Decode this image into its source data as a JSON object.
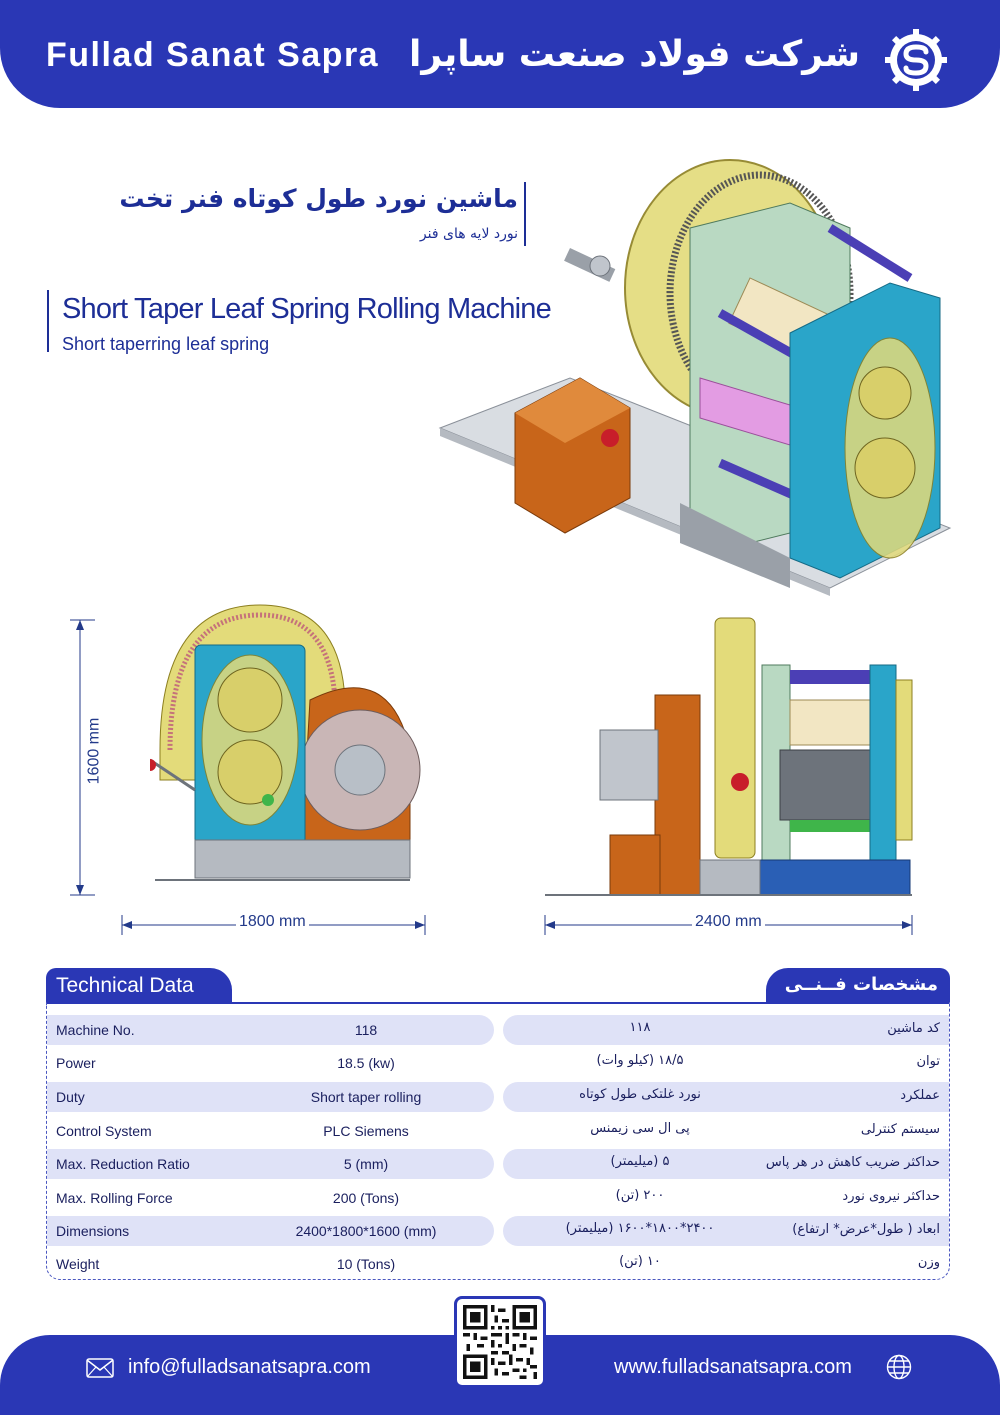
{
  "header": {
    "company_en": "Fullad Sanat Sapra",
    "company_fa": "شرکت فولاد صنعت ساپرا",
    "logo_icon": "gear-s-logo-icon"
  },
  "titles": {
    "fa_title": "ماشین نورد طول کوتاه فنر تخت",
    "fa_subtitle": "نورد لایه های فنر",
    "en_title": "Short Taper Leaf Spring Rolling Machine",
    "en_subtitle": "Short taperring leaf spring"
  },
  "dimensions": {
    "height_label": "1600 mm",
    "width_label": "1800 mm",
    "length_label": "2400 mm"
  },
  "technical_data": {
    "heading_en": "Technical Data",
    "heading_fa": "مشخصات فــنــی",
    "rows": [
      {
        "label_en": "Machine No.",
        "value_en": "118",
        "value_fa": "۱۱۸",
        "label_fa": "کد ماشین"
      },
      {
        "label_en": "Power",
        "value_en": "18.5 (kw)",
        "value_fa": "۱۸/۵ (کیلو وات)",
        "label_fa": "توان"
      },
      {
        "label_en": "Duty",
        "value_en": "Short taper rolling",
        "value_fa": "نورد غلتکی طول کوتاه",
        "label_fa": "عملکرد"
      },
      {
        "label_en": "Control System",
        "value_en": "PLC Siemens",
        "value_fa": "پی ال سی زیمنس",
        "label_fa": "سیستم کنترلی"
      },
      {
        "label_en": "Max. Reduction Ratio",
        "value_en": "5 (mm)",
        "value_fa": "۵ (میلیمتر)",
        "label_fa": "حداکثر ضریب کاهش در هر پاس"
      },
      {
        "label_en": "Max. Rolling Force",
        "value_en": "200 (Tons)",
        "value_fa": "۲۰۰ (تن)",
        "label_fa": "حداکثر نیروی نورد"
      },
      {
        "label_en": "Dimensions",
        "value_en": "2400*1800*1600 (mm)",
        "value_fa": "۲۴۰۰*۱۸۰۰*۱۶۰۰ (میلیمتر)",
        "label_fa": "ابعاد ( طول*عرض* ارتفاع)"
      },
      {
        "label_en": "Weight",
        "value_en": "10 (Tons)",
        "value_fa": "۱۰ (تن)",
        "label_fa": "وزن"
      }
    ]
  },
  "footer": {
    "email": "info@fulladsanatsapra.com",
    "website": "www.fulladsanatsapra.com",
    "email_icon": "envelope-icon",
    "website_icon": "globe-icon",
    "qr_icon": "qr-code-icon"
  },
  "colors": {
    "brand_blue": "#2a37b5",
    "row_tint": "#dfe2f7",
    "machine_blue": "#2aa5c9",
    "machine_orange": "#c8651a",
    "machine_yellow": "#e3db7a",
    "machine_green": "#b9d9c2",
    "machine_purple": "#4b3fb5",
    "machine_pink": "#e39ce3"
  }
}
